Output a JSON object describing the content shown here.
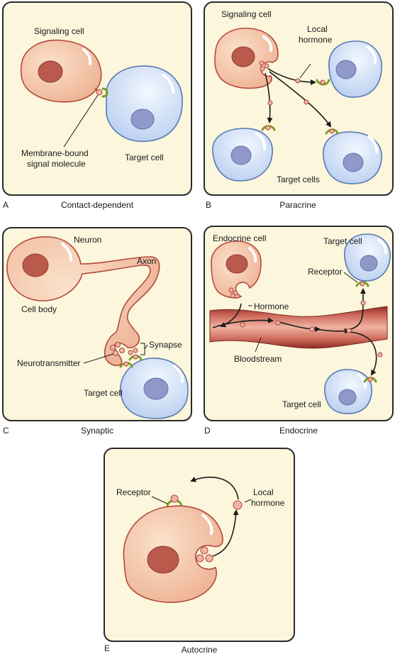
{
  "panels": {
    "a": {
      "letter": "A",
      "caption": "Contact-dependent",
      "signaling_cell": "Signaling cell",
      "molecule_line1": "Membrane-bound",
      "molecule_line2": "signal molecule",
      "target_cell": "Target cell"
    },
    "b": {
      "letter": "B",
      "caption": "Paracrine",
      "signaling_cell": "Signaling cell",
      "hormone_line1": "Local",
      "hormone_line2": "hormone",
      "target_cells": "Target cells"
    },
    "c": {
      "letter": "C",
      "caption": "Synaptic",
      "neuron": "Neuron",
      "axon": "Axon",
      "cell_body": "Cell body",
      "synapse": "Synapse",
      "neurotransmitter": "Neurotransmitter",
      "target_cell": "Target cell"
    },
    "d": {
      "letter": "D",
      "caption": "Endocrine",
      "endocrine_cell": "Endocrine cell",
      "target_cell_top": "Target cell",
      "receptor": "Receptor",
      "hormone": "Hormone",
      "bloodstream": "Bloodstream",
      "target_cell_bottom": "Target cell"
    },
    "e": {
      "letter": "E",
      "caption": "Autocrine",
      "receptor": "Receptor",
      "hormone_line1": "Local",
      "hormone_line2": "hormone"
    }
  },
  "colors": {
    "panel_bg": "#fbf6dc",
    "signaling_cell": "#f3c7a6",
    "target_cell": "#cfe0f6",
    "receptor": "#7a9d24",
    "bloodstream": "#b8473f"
  }
}
